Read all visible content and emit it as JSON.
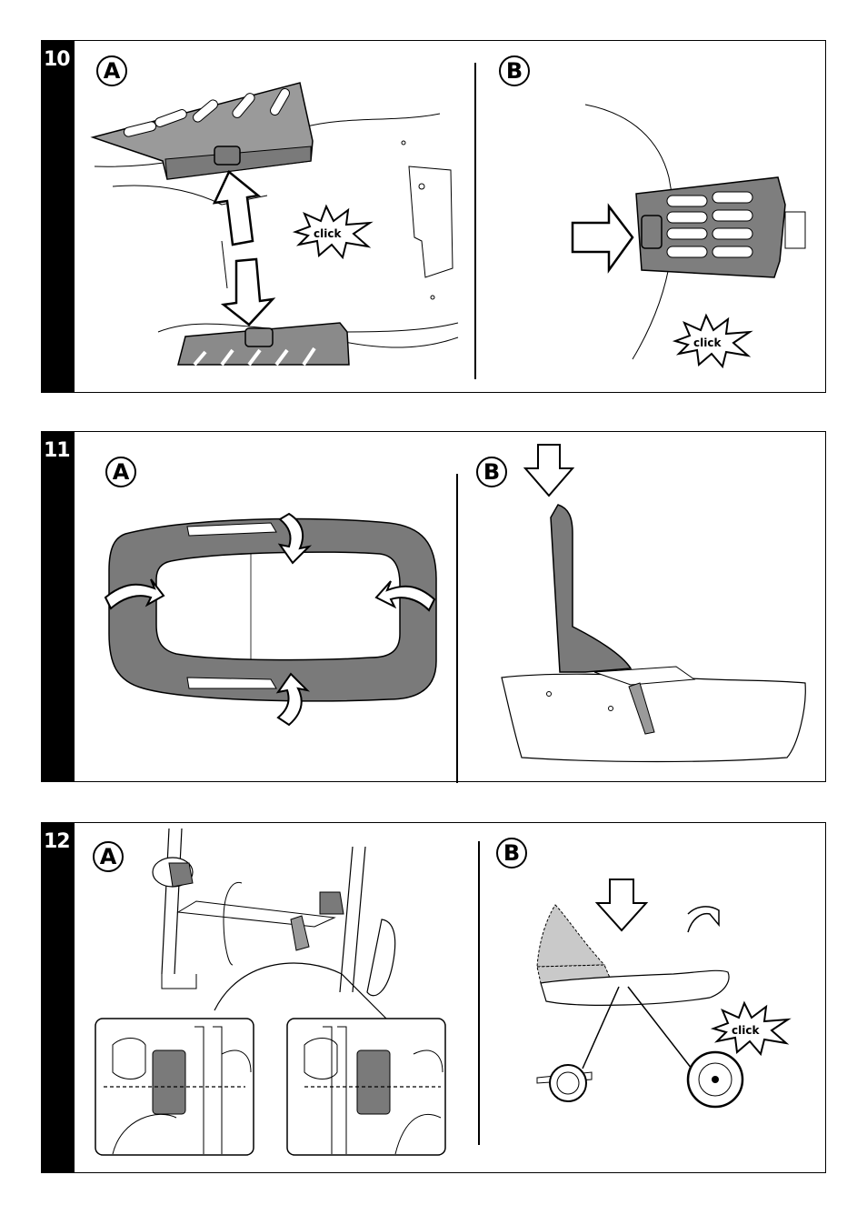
{
  "steps": [
    {
      "number": "10",
      "panels": [
        {
          "letter": "A",
          "click_label": "click"
        },
        {
          "letter": "B",
          "click_label": "click"
        }
      ]
    },
    {
      "number": "11",
      "panels": [
        {
          "letter": "A"
        },
        {
          "letter": "B"
        }
      ]
    },
    {
      "number": "12",
      "panels": [
        {
          "letter": "A"
        },
        {
          "letter": "B",
          "click_label": "click"
        }
      ]
    }
  ],
  "colors": {
    "part_fill": "#7a7a7a",
    "light_fill": "#c9c9c9",
    "ink": "#000000"
  }
}
